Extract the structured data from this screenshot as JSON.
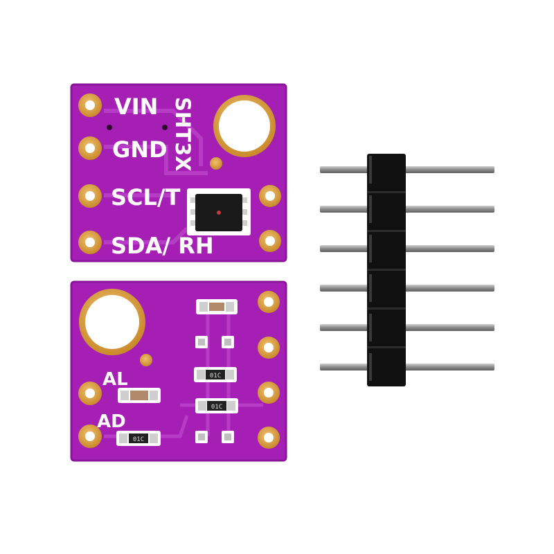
{
  "colors": {
    "background": "#ffffff",
    "pcb": "#a51fb4",
    "pcb_dark": "#8a159a",
    "pad_gold": "#d89a3a",
    "silkscreen": "#ffffff",
    "pin_metal": "#9a9a9a",
    "header_plastic": "#111111"
  },
  "top_board": {
    "labels": {
      "vin": "VIN",
      "gnd": "GND",
      "scl": "SCL/T",
      "sda": "SDA/ RH",
      "model": "SHT3X"
    }
  },
  "bottom_board": {
    "labels": {
      "al": "AL",
      "ad": "AD"
    },
    "component_marks": [
      "01C",
      "01C",
      "01C"
    ]
  },
  "pin_header": {
    "pin_count": 6
  }
}
